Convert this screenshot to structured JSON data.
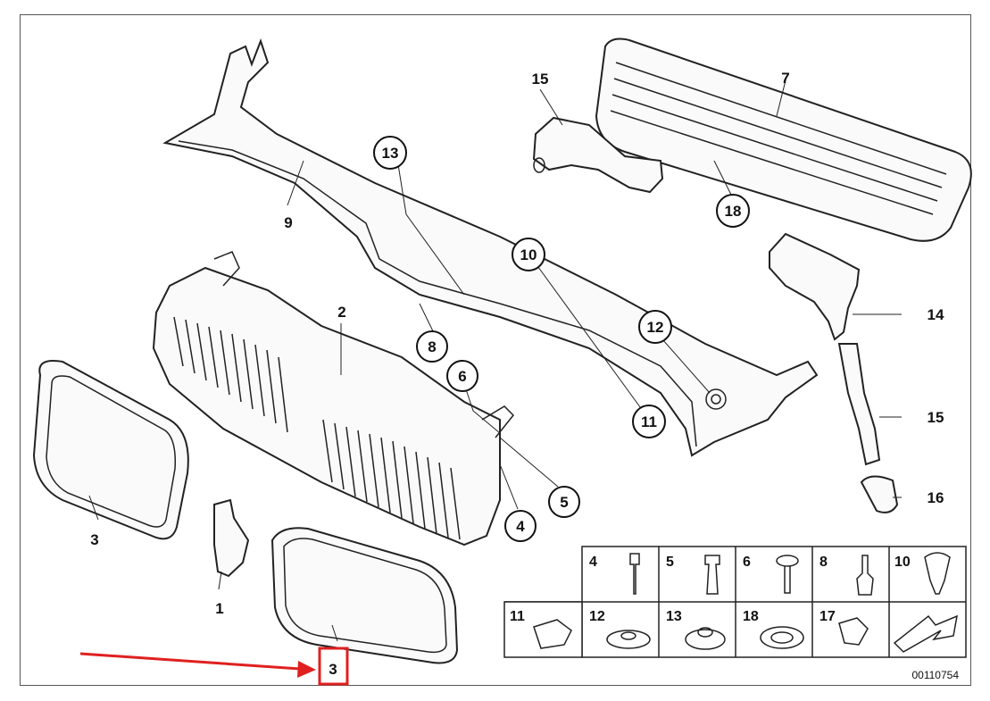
{
  "diagram": {
    "callouts_plain": {
      "p1": "1",
      "p2": "2",
      "p3a": "3",
      "p3b": "3",
      "p7": "7",
      "p9": "9",
      "p14": "14",
      "p15a": "15",
      "p15b": "15",
      "p16": "16"
    },
    "callouts_circled": {
      "c4": "4",
      "c5": "5",
      "c6": "6",
      "c8": "8",
      "c10": "10",
      "c11": "11",
      "c12": "12",
      "c13": "13",
      "c18": "18"
    },
    "table": {
      "row1": [
        "4",
        "5",
        "6",
        "8",
        "10"
      ],
      "row2": [
        "11",
        "12",
        "13",
        "18",
        "17"
      ]
    },
    "drawing_code": "00110754"
  },
  "annotation": {
    "color": "#e02020"
  }
}
